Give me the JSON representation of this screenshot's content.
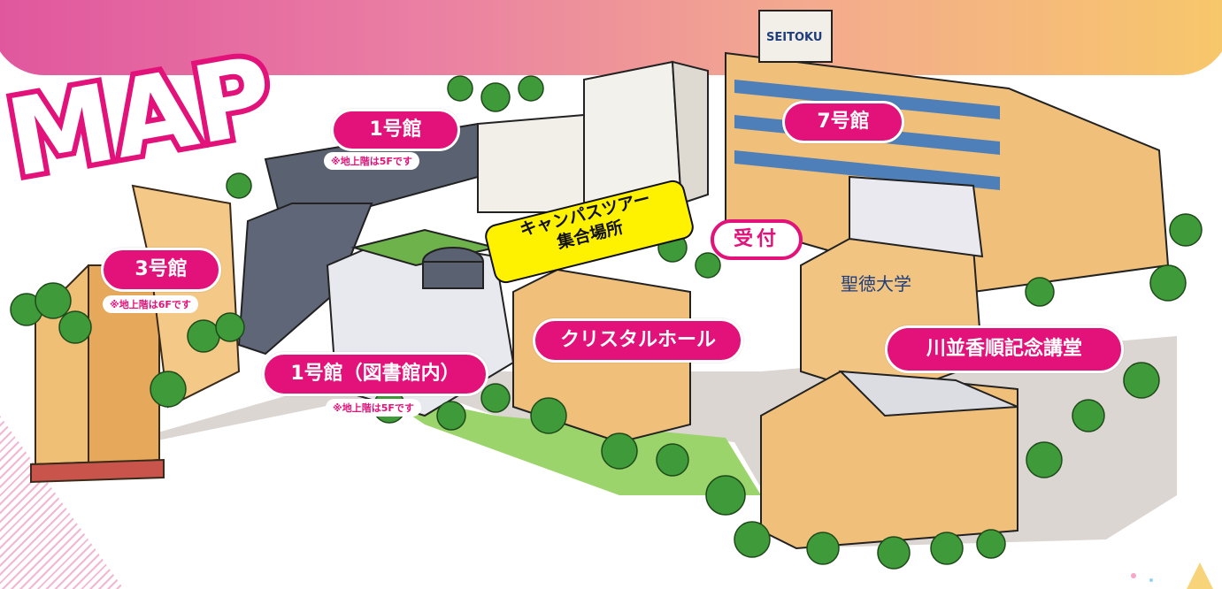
{
  "header": {
    "title": "MAP",
    "gradient_colors": [
      "#e0569e",
      "#f3a98f",
      "#f7c86a"
    ]
  },
  "labels": {
    "building1": "1号館",
    "building1_note": "※地上階は5Fです",
    "building7": "7号館",
    "building3": "3号館",
    "building3_note": "※地上階は6Fです",
    "library": "1号館（図書館内）",
    "library_note": "※地上階は5Fです",
    "crystal_hall": "クリスタルホール",
    "auditorium": "川並香順記念講堂",
    "tour_line1": "キャンパスツアー",
    "tour_line2": "集合場所",
    "reception": "受付"
  },
  "signage": {
    "rooftop_sign": "SEITOKU",
    "building_sign": "聖徳大学"
  },
  "colors": {
    "label_pink": "#e2127a",
    "tour_yellow": "#fff200"
  }
}
